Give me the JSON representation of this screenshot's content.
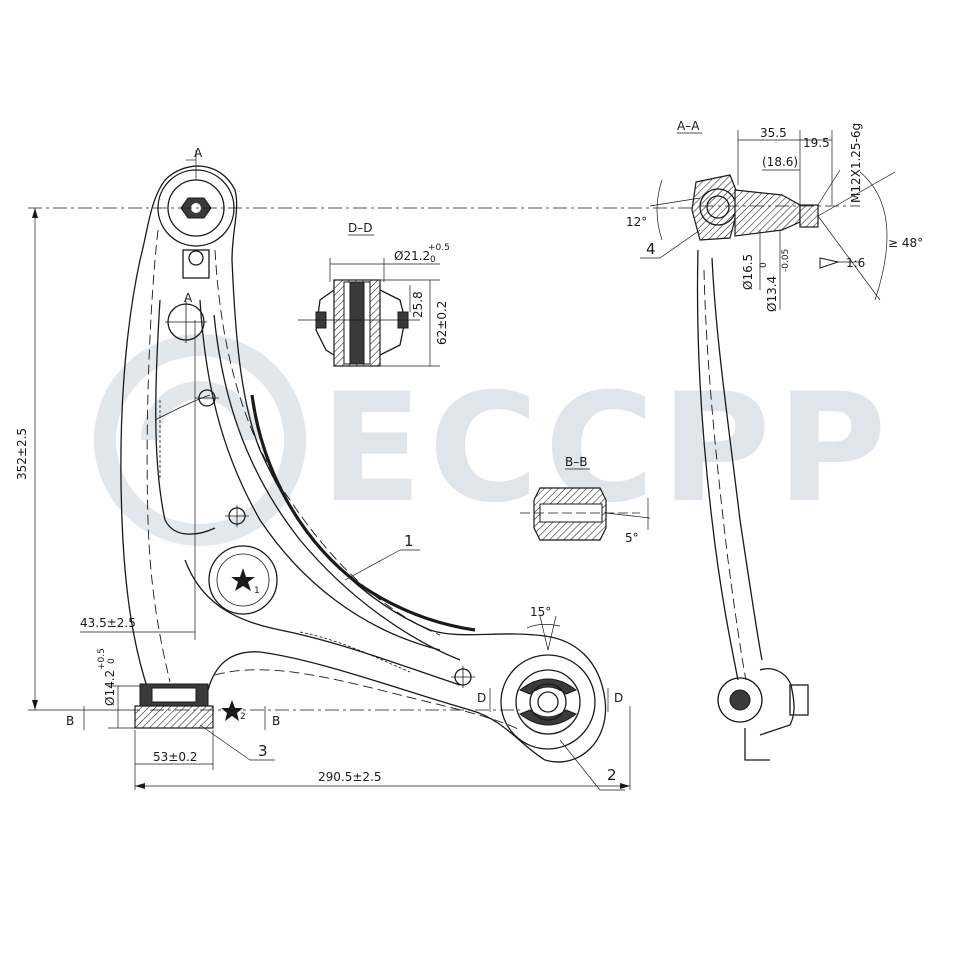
{
  "watermark": {
    "text": "ECCPP",
    "color": "#dfe5eb"
  },
  "sections": {
    "main_section_mark": "A",
    "section_aa": "A–A",
    "section_dd": "D–D",
    "section_bb": "B–B",
    "mark_b": "B",
    "mark_d": "D"
  },
  "dimensions": {
    "height_overall": "352±2.5",
    "offset_43": "43.5±2.5",
    "bore_14": "Ø14.2",
    "bore_14_tol_upper": "+0.5",
    "bore_14_tol_lower": "0",
    "width_53": "53±0.2",
    "length_290": "290.5±2.5",
    "angle_15": "15°",
    "dd_bore": "Ø21.2",
    "dd_bore_tol_upper": "+0.5",
    "dd_bore_tol_lower": "0",
    "dd_25": "25.8",
    "dd_62": "62±0.2",
    "bb_angle": "5°",
    "aa_35": "35.5",
    "aa_19": "19.5",
    "aa_18": "(18.6)",
    "aa_thread": "M12X1.25-6g",
    "aa_angle_12": "12°",
    "aa_angle_48": "≥ 48°",
    "aa_taper": "1:6",
    "aa_16": "Ø16.5",
    "aa_13": "Ø13.4",
    "aa_13_tol_upper": "0",
    "aa_13_tol_lower": "-0.05"
  },
  "callouts": {
    "c1": "1",
    "c2": "2",
    "c3": "3",
    "c4": "4",
    "star1": "1",
    "star2": "2"
  }
}
